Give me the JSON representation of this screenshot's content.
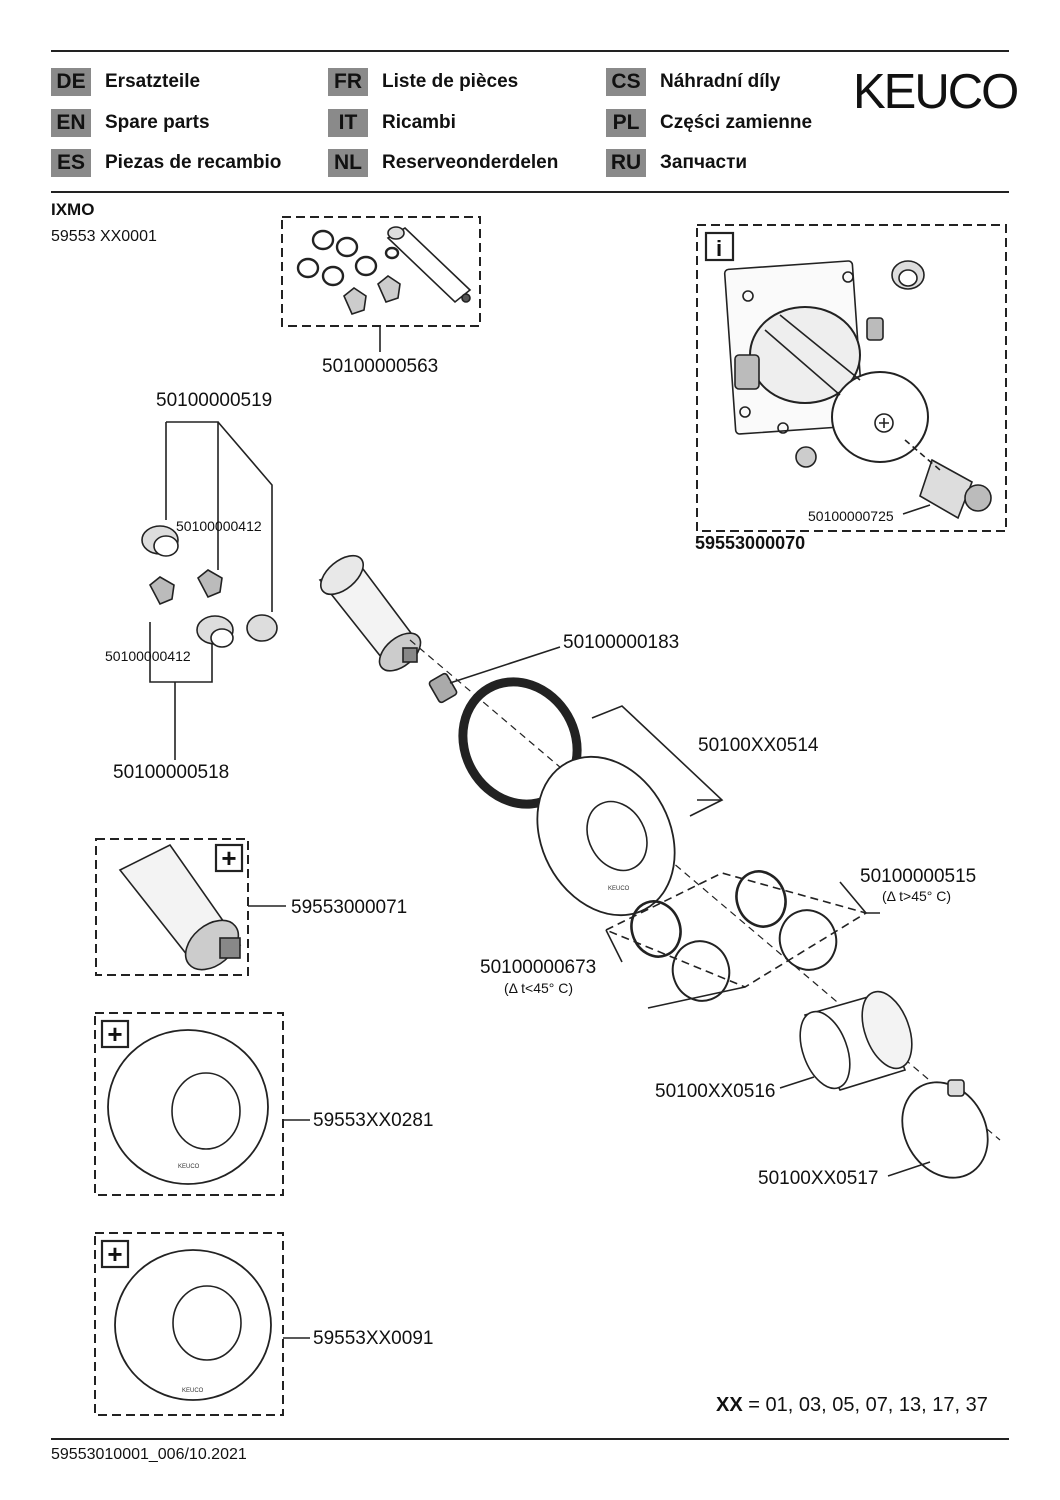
{
  "languages": [
    {
      "code": "DE",
      "name": "Ersatzteile"
    },
    {
      "code": "EN",
      "name": "Spare parts"
    },
    {
      "code": "ES",
      "name": "Piezas de recambio"
    },
    {
      "code": "FR",
      "name": "Liste de pièces"
    },
    {
      "code": "IT",
      "name": "Ricambi"
    },
    {
      "code": "NL",
      "name": "Reserveonderdelen"
    },
    {
      "code": "CS",
      "name": "Náhradní díly"
    },
    {
      "code": "PL",
      "name": "Części zamienne"
    },
    {
      "code": "RU",
      "name": "Запчасти"
    }
  ],
  "brand": "KEUCO",
  "product": {
    "name": "IXMO",
    "number": "59553 XX0001"
  },
  "parts": {
    "p563": "50100000563",
    "p519": "50100000519",
    "p412a": "50100000412",
    "p412b": "50100000412",
    "p518": "50100000518",
    "p183": "50100000183",
    "p514": "50100XX0514",
    "p071": "59553000071",
    "p515": "50100000515",
    "p515_note": "(Δ t>45° C)",
    "p673": "50100000673",
    "p673_note": "(Δ t<45° C)",
    "p516": "50100XX0516",
    "p281": "59553XX0281",
    "p517": "50100XX0517",
    "p091": "59553XX0091",
    "p725": "50100000725",
    "p070": "59553000070"
  },
  "info_icon": "i",
  "plus_icon": "+",
  "xx_label": "XX",
  "xx_values": "= 01, 03, 05, 07, 13, 17, 37",
  "footer": "59553010001_006/10.2021",
  "stamp_text": "KEUCO"
}
